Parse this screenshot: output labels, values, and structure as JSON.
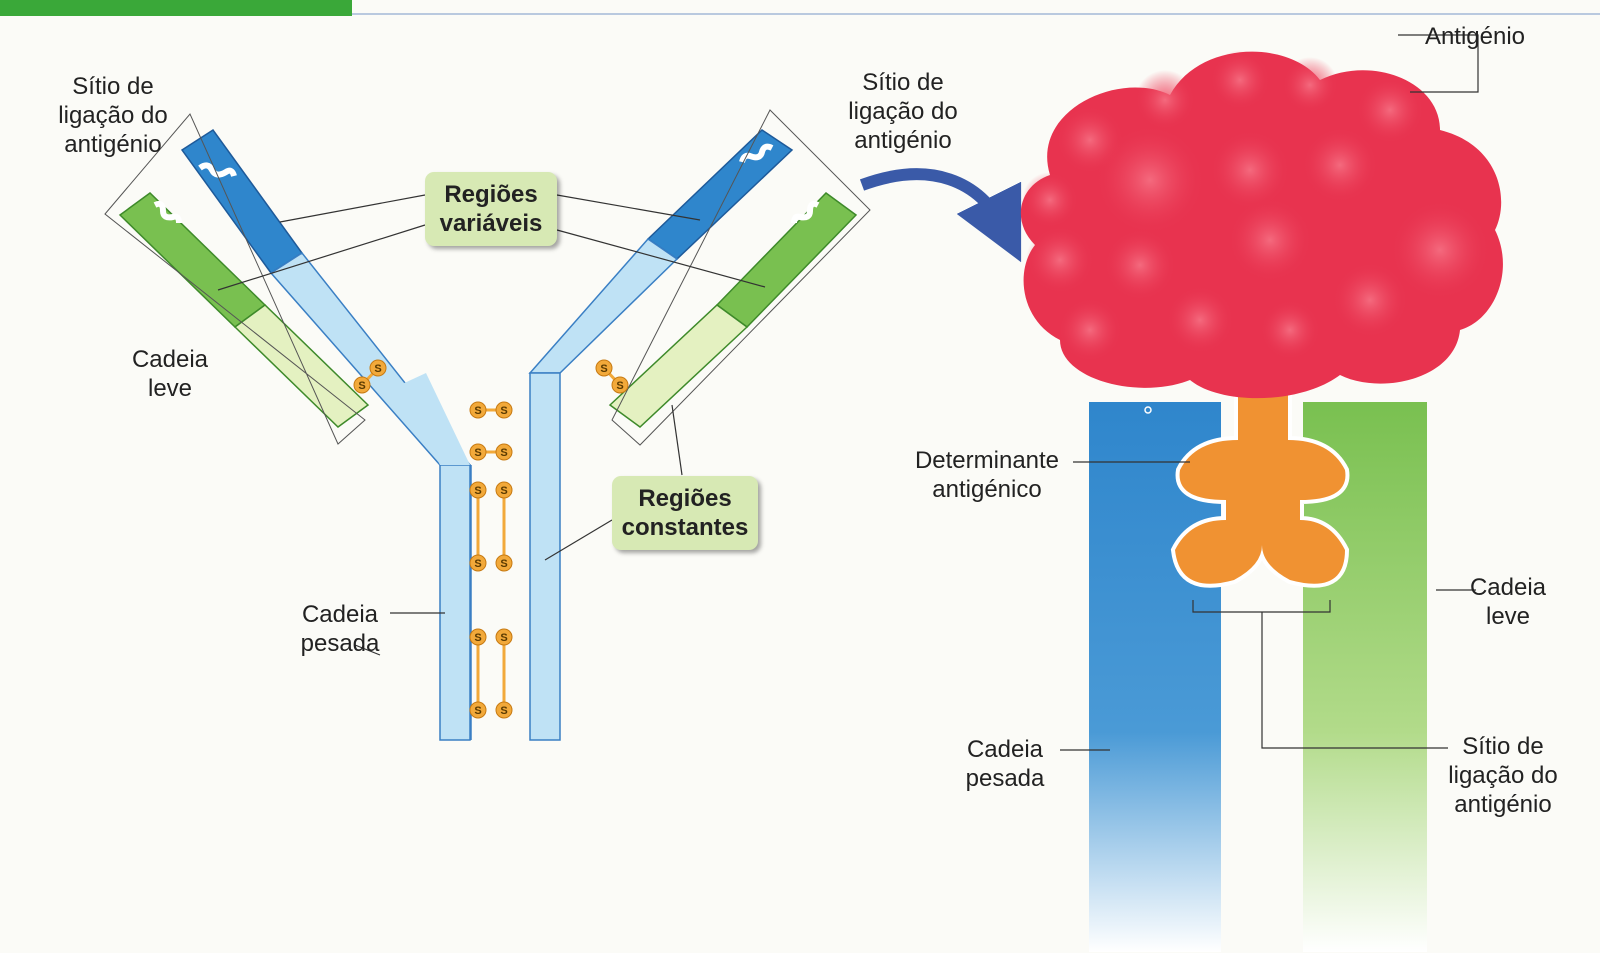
{
  "colors": {
    "heavy_chain_variable": "#2f86cc",
    "heavy_chain_constant": "#bfe2f5",
    "light_chain_variable": "#79c050",
    "light_chain_constant": "#e4f1c1",
    "antigen": "#e8334f",
    "antigenic_determinant": "#f09232",
    "disulfide_bond": "#f2a93a",
    "label_box": "#d7e9b4",
    "arrow": "#3a5aa8",
    "top_bar": "#3aa839"
  },
  "labels": {
    "binding_site_left": "Sítio de\nligação do\nantigénio",
    "binding_site_right": "Sítio de\nligação do\nantigénio",
    "variable_regions": "Regiões\nvariáveis",
    "constant_regions": "Regiões\nconstantes",
    "light_chain_left": "Cadeia\nleve",
    "heavy_chain_left": "Cadeia\npesada",
    "antigen": "Antigénio",
    "antigenic_determinant": "Determinante\nantigénico",
    "light_chain_right": "Cadeia\nleve",
    "heavy_chain_right": "Cadeia\npesada",
    "binding_site_detail": "Sítio de\nligação do\nantigénio"
  },
  "disulfide_symbol": "S"
}
